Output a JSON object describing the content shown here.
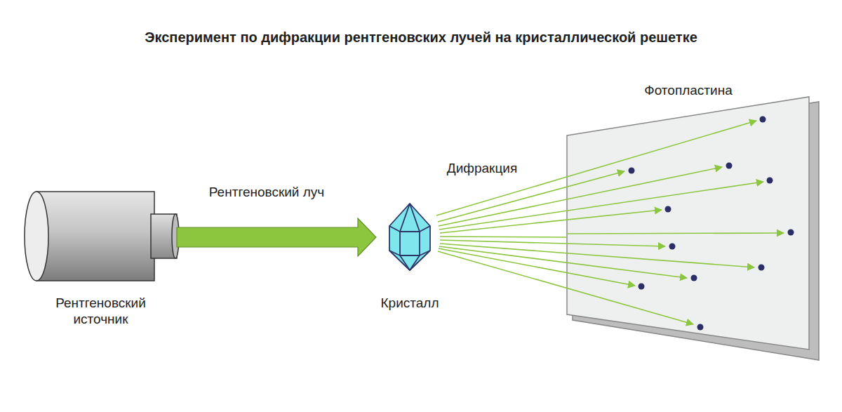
{
  "diagram": {
    "title": "Эксперимент по дифракции рентгеновских лучей на кристаллической решетке",
    "nodes": [
      {
        "text": [
          "Рентгеновский источник"
        ]
      },
      {
        "text": [
          "Кристалл"
        ]
      },
      {
        "text": [
          "Фотопластина"
        ]
      }
    ],
    "edges": [
      {
        "from": 0,
        "to": 1,
        "label": "Рентгеновский луч",
        "arrow": "to"
      },
      {
        "from": 1,
        "to": 2,
        "label": "Дифракция",
        "arrow": "to"
      }
    ]
  }
}
